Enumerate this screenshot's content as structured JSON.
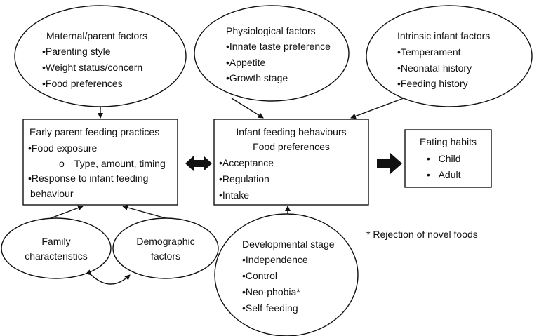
{
  "maternal": {
    "title": "Maternal/parent factors",
    "items": [
      "Parenting style",
      "Weight status/concern",
      "Food preferences"
    ]
  },
  "physiological": {
    "title": "Physiological factors",
    "items": [
      "Innate taste preference",
      "Appetite",
      "Growth stage"
    ]
  },
  "intrinsic": {
    "title": "Intrinsic infant factors",
    "items": [
      "Temperament",
      "Neonatal history",
      "Feeding history"
    ]
  },
  "early_practices": {
    "title": "Early parent feeding practices",
    "item1": "Food exposure",
    "sub_marker": "o",
    "sub_item": "Type, amount, timing",
    "item2_line1": "Response to infant feeding",
    "item2_line2": "behaviour"
  },
  "infant_behaviours": {
    "title": "Infant feeding behaviours",
    "subtitle": "Food preferences",
    "items": [
      "Acceptance",
      "Regulation",
      "Intake"
    ]
  },
  "eating_habits": {
    "title": "Eating habits",
    "items": [
      "Child",
      "Adult"
    ]
  },
  "family": {
    "line1": "Family",
    "line2": "characteristics"
  },
  "demographic": {
    "line1": "Demographic",
    "line2": "factors"
  },
  "developmental": {
    "title": "Developmental stage",
    "items": [
      "Independence",
      "Control",
      "Neo-phobia*",
      "Self-feeding"
    ]
  },
  "footnote": "* Rejection of novel foods"
}
